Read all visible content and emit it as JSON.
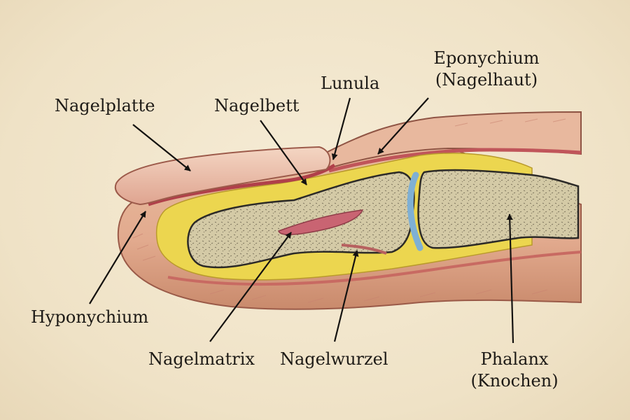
{
  "labels": {
    "nagelplatte": "Nagelplatte",
    "nagelbett": "Nagelbett",
    "lunula": "Lunula",
    "eponychium_1": "Eponychium",
    "eponychium_2": "(Nagelhaut)",
    "hyponychium": "Hyponychium",
    "nagelmatrix": "Nagelmatrix",
    "nagelwurzel": "Nagelwurzel",
    "phalanx_1": "Phalanx",
    "phalanx_2": "(Knochen)"
  },
  "colors": {
    "paper": "#f1e6cd",
    "skin": "#e7b59b",
    "skin_shadow": "#cf8f74",
    "nail": "#efc8b3",
    "nail_edge": "#b56b58",
    "fat": "#ecd74f",
    "bone": "#d3c9a4",
    "bone_outline": "#2c2a27",
    "matrix": "#c96472",
    "joint": "#7fb0d4",
    "arrow": "#141210"
  }
}
